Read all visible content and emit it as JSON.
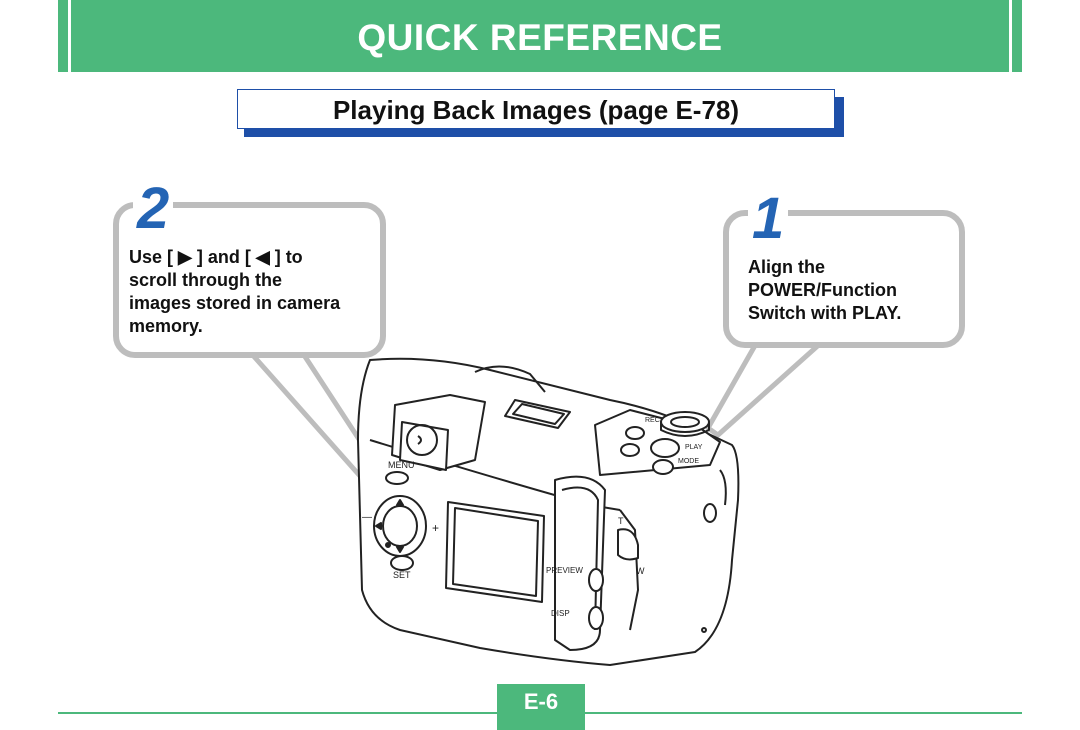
{
  "header": {
    "title": "QUICK REFERENCE"
  },
  "section": {
    "title": "Playing Back Images (page E-78)"
  },
  "callouts": [
    {
      "step": "2",
      "text": "Use [ ▶ ] and [ ◀ ] to\nscroll through the\nimages stored in camera\nmemory."
    },
    {
      "step": "1",
      "text": "Align the\nPOWER/Function\nSwitch with PLAY."
    }
  ],
  "camera_labels": {
    "menu": "MENU",
    "set": "SET",
    "preview": "PREVIEW",
    "disp": "DISP",
    "tele": "T",
    "wide": "W",
    "mode": "MODE",
    "play": "PLAY",
    "rec": "REC",
    "plus": "+",
    "minus": "—"
  },
  "footer": {
    "page": "E-6"
  },
  "colors": {
    "accent_green": "#4cb87c",
    "title_blue": "#1e4fa8",
    "step_blue": "#2464b4",
    "callout_gray": "#bdbdbd"
  }
}
